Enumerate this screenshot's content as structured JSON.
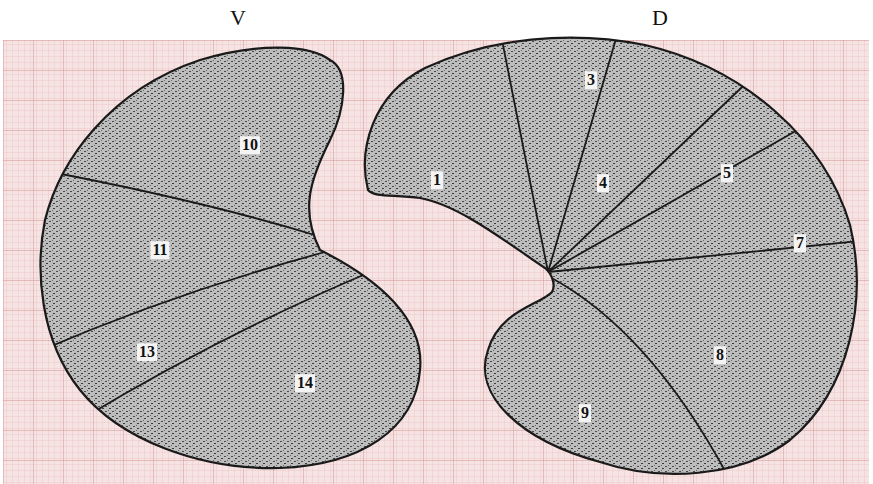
{
  "diagram": {
    "labels": [
      "V",
      "D",
      "10",
      "1",
      "3",
      "4",
      "5",
      "11",
      "7",
      "13",
      "14",
      "9",
      "8"
    ]
  }
}
